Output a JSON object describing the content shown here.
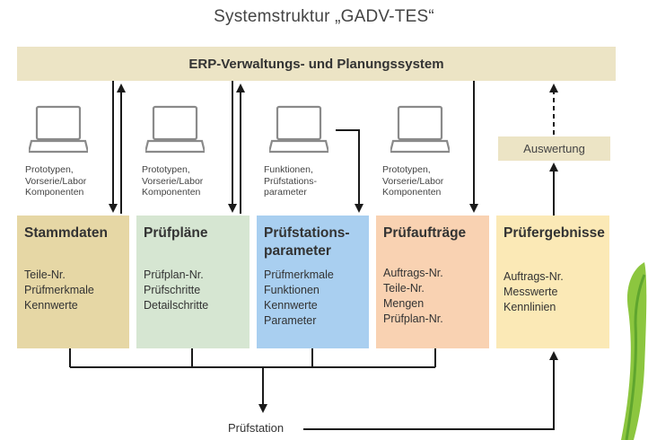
{
  "title": "Systemstruktur „GADV-TES“",
  "erp_label": "ERP-Verwaltungs- und Planungssystem",
  "auswertung_label": "Auswertung",
  "pruefstation_label": "Prüfstation",
  "captions": [
    [
      "Prototypen,",
      "Vorserie/Labor",
      "Komponenten"
    ],
    [
      "Prototypen,",
      "Vorserie/Labor",
      "Komponenten"
    ],
    [
      "Funktionen,",
      "Prüfstations-",
      "parameter"
    ],
    [
      "Prototypen,",
      "Vorserie/Labor",
      "Komponenten"
    ]
  ],
  "boxes": [
    {
      "title_lines": [
        "Stammdaten"
      ],
      "items": [
        "Teile-Nr.",
        "Prüfmerkmale",
        "Kennwerte"
      ],
      "color": "#e6d7a5"
    },
    {
      "title_lines": [
        "Prüfpläne"
      ],
      "items": [
        "Prüfplan-Nr.",
        "Prüfschritte",
        "Detailschritte"
      ],
      "color": "#d6e6d2"
    },
    {
      "title_lines": [
        "Prüfstations-",
        "parameter"
      ],
      "items": [
        "Prüfmerkmale",
        "Funktionen",
        "Kennwerte",
        "Parameter"
      ],
      "color": "#a9cff0"
    },
    {
      "title_lines": [
        "Prüfaufträge"
      ],
      "items": [
        "Auftrags-Nr.",
        "Teile-Nr.",
        "Mengen",
        "Prüfplan-Nr."
      ],
      "color": "#f9d2b2"
    },
    {
      "title_lines": [
        "Prüfergebnisse"
      ],
      "items": [
        "Auftrags-Nr.",
        "Messwerte",
        "Kennlinien"
      ],
      "color": "#fbe9b6"
    }
  ]
}
